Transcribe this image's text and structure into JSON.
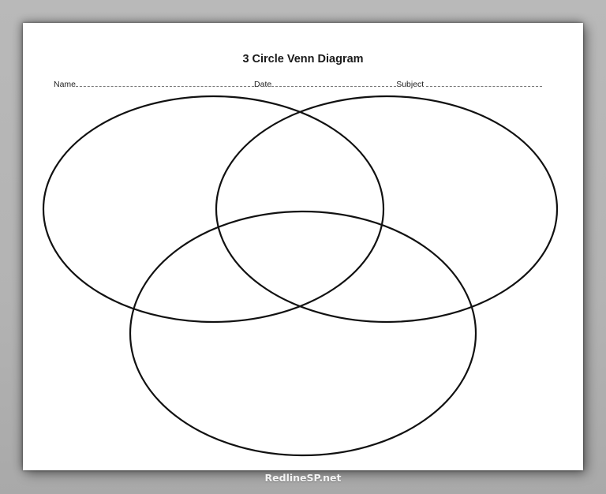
{
  "document": {
    "title": "3 Circle Venn Diagram",
    "fields": [
      {
        "label": "Name",
        "value": ""
      },
      {
        "label": "Date",
        "value": ""
      },
      {
        "label": "Subject ",
        "value": ""
      }
    ]
  },
  "diagram": {
    "type": "venn",
    "circle_count": 3,
    "stroke_color": "#111111",
    "circles": [
      {
        "position": "top-left"
      },
      {
        "position": "top-right"
      },
      {
        "position": "bottom"
      }
    ]
  },
  "watermark": {
    "text": "RedlineSP.net"
  },
  "colors": {
    "background": "#b5b5b5",
    "paper": "#ffffff",
    "text": "#1a1a1a"
  }
}
